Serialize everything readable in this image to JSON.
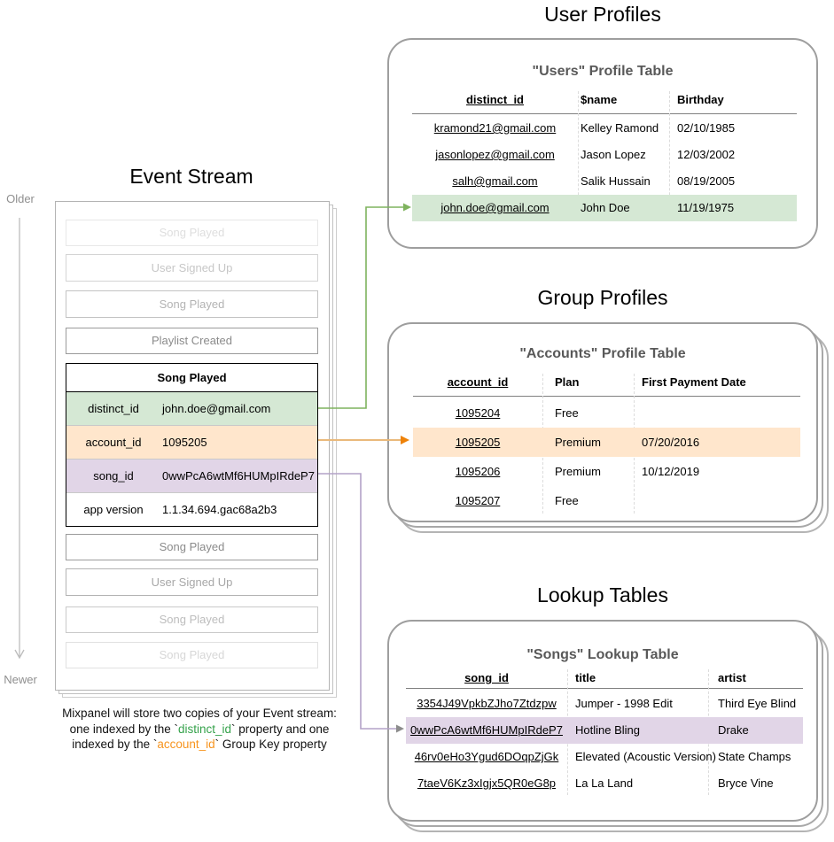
{
  "event_stream": {
    "title": "Event Stream",
    "older_label": "Older",
    "newer_label": "Newer",
    "faded_top": [
      "Song Played",
      "User Signed Up",
      "Song Played",
      "Playlist Created"
    ],
    "focused_event": {
      "title": "Song Played",
      "rows": [
        {
          "key": "distinct_id",
          "value": "john.doe@gmail.com",
          "highlight": "green"
        },
        {
          "key": "account_id",
          "value": "1095205",
          "highlight": "orange"
        },
        {
          "key": "song_id",
          "value": "0wwPcA6wtMf6HUMpIRdeP7",
          "highlight": "purple"
        },
        {
          "key": "app version",
          "value": "1.1.34.694.gac68a2b3",
          "highlight": "none"
        }
      ]
    },
    "faded_bottom": [
      "Song Played",
      "User Signed Up",
      "Song Played",
      "Song Played"
    ]
  },
  "user_profiles": {
    "section_title": "User Profiles",
    "table_title": "\"Users\" Profile Table",
    "columns": [
      "distinct_id",
      "$name",
      "Birthday"
    ],
    "rows": [
      [
        "kramond21@gmail.com",
        "Kelley Ramond",
        "02/10/1985"
      ],
      [
        "jasonlopez@gmail.com",
        "Jason Lopez",
        "12/03/2002"
      ],
      [
        "salh@gmail.com",
        "Salik Hussain",
        "08/19/2005"
      ],
      [
        "john.doe@gmail.com",
        "John Doe",
        "11/19/1975"
      ]
    ],
    "highlighted_row_index": 3
  },
  "group_profiles": {
    "section_title": "Group Profiles",
    "table_title": "\"Accounts\" Profile Table",
    "columns": [
      "account_id",
      "Plan",
      "First Payment Date"
    ],
    "rows": [
      [
        "1095204",
        "Free",
        ""
      ],
      [
        "1095205",
        "Premium",
        "07/20/2016"
      ],
      [
        "1095206",
        "Premium",
        "10/12/2019"
      ],
      [
        "1095207",
        "Free",
        ""
      ]
    ],
    "highlighted_row_index": 1
  },
  "lookup_tables": {
    "section_title": "Lookup Tables",
    "table_title": "\"Songs\" Lookup Table",
    "columns": [
      "song_id",
      "title",
      "artist"
    ],
    "rows": [
      [
        "3354J49VpkbZJho7Ztdzpw",
        "Jumper - 1998 Edit",
        "Third Eye Blind"
      ],
      [
        "0wwPcA6wtMf6HUMpIRdeP7",
        "Hotline Bling",
        "Drake"
      ],
      [
        "46rv0eHo3Ygud6DOqpZjGk",
        "Elevated (Acoustic Version)",
        "State Champs"
      ],
      [
        "7taeV6Kz3xIgjx5QR0eG8p",
        "La La Land",
        "Bryce Vine"
      ]
    ],
    "highlighted_row_index": 1
  },
  "caption": {
    "line1": "Mixpanel will store two copies of your Event stream:",
    "line2_pre": "one indexed by the `",
    "line2_prop": "distinct_id",
    "line2_post": "` property and one",
    "line3_pre": "indexed by the `",
    "line3_prop": "account_id",
    "line3_post": "` Group Key property"
  },
  "colors": {
    "highlight_green": "#d5e8d4",
    "highlight_orange": "#ffe6cc",
    "highlight_purple": "#e1d5e7",
    "arrow_green": "#7fb35e",
    "arrow_orange_line": "#eab97b",
    "arrow_orange_head": "#ee8208",
    "arrow_purple_line": "#b3a2c7",
    "arrow_gray_head": "#8c8c8c",
    "caption_green": "#35a24b",
    "caption_orange": "#f7941e"
  }
}
